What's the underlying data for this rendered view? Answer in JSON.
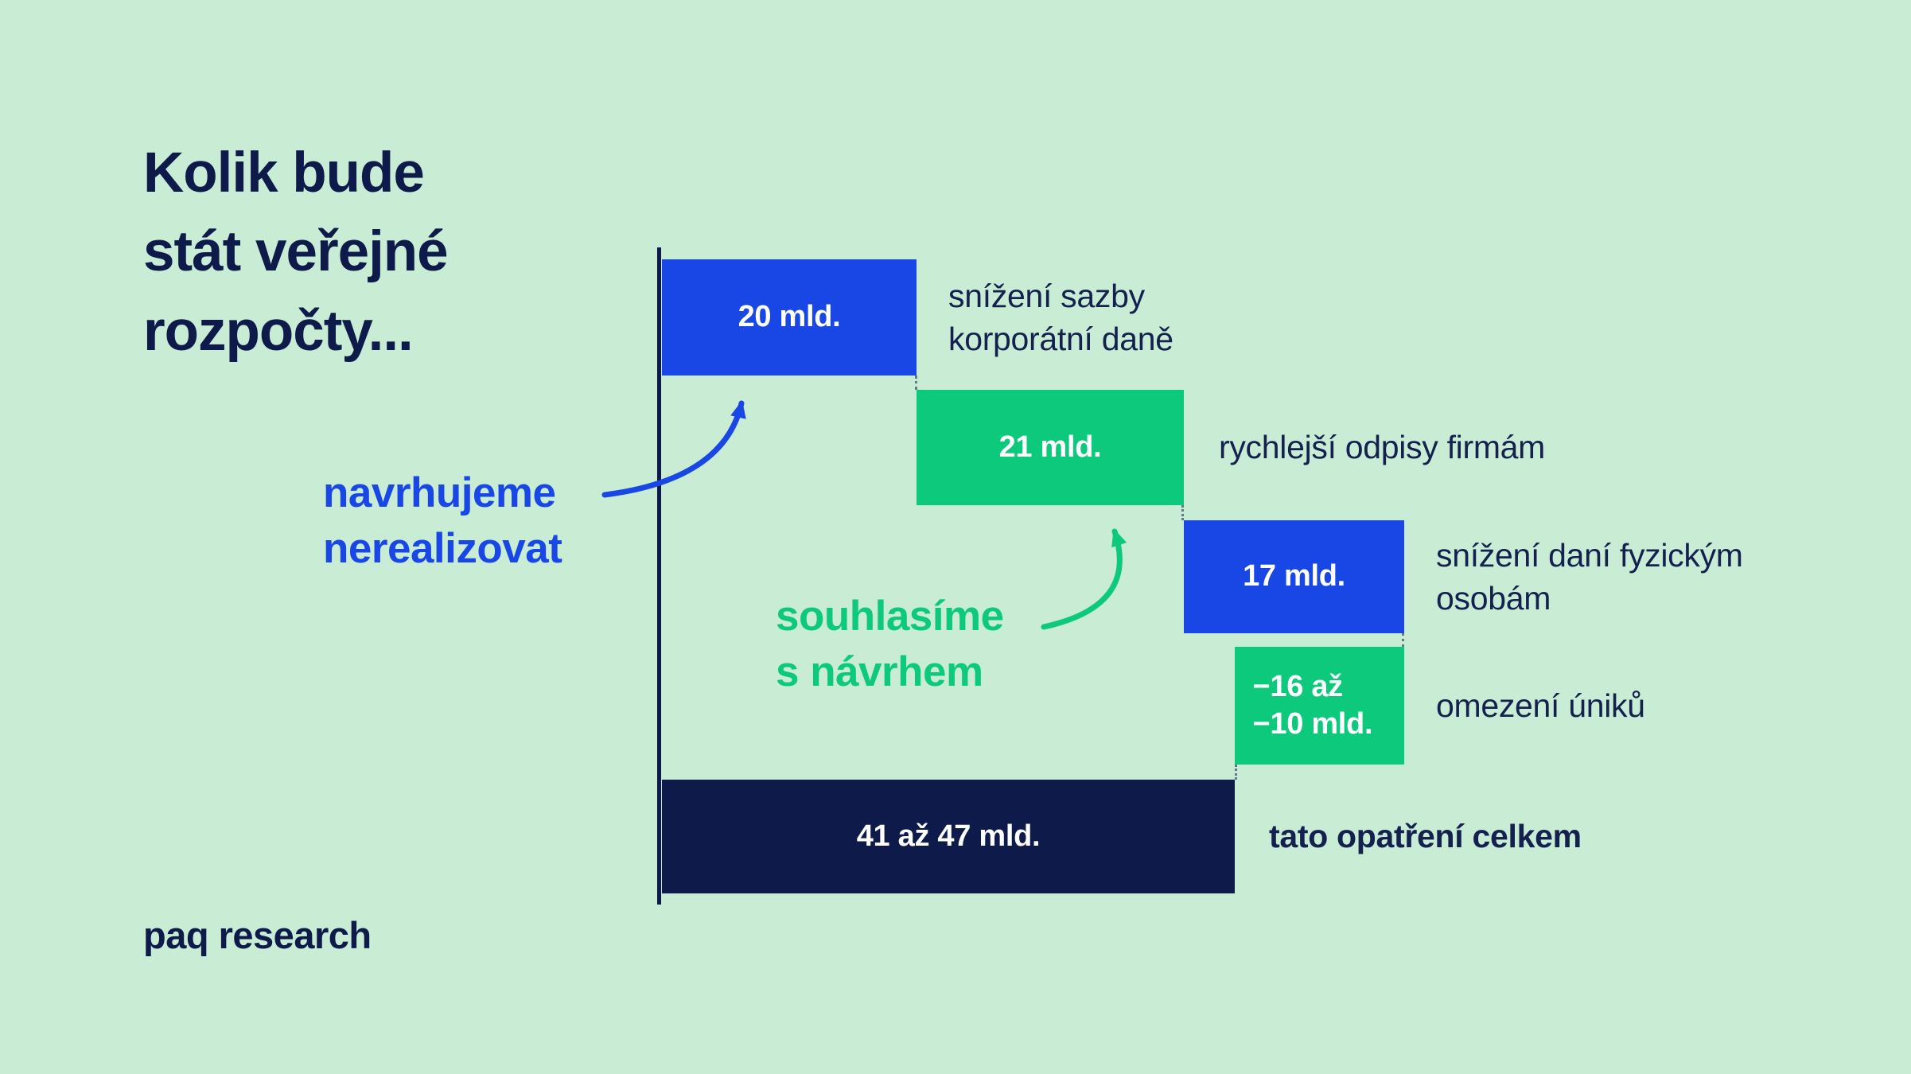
{
  "title": {
    "lines": [
      "Kolik bude",
      "stát veřejné",
      "rozpočty..."
    ]
  },
  "brand": {
    "name": "paq research"
  },
  "annotations": {
    "reject": {
      "line1": "navrhujeme",
      "line2": "nerealizovat"
    },
    "agree": {
      "line1": "souhlasíme",
      "line2": "s návrhem"
    }
  },
  "colors": {
    "background": "#c9ecd4",
    "blue": "#1847e6",
    "green": "#0cc97b",
    "navy": "#0e1a4a",
    "text": "#14204d"
  },
  "chart_data": {
    "type": "bar",
    "subtype": "waterfall",
    "title": "Kolik bude stát veřejné rozpočty...",
    "unit": "mld.",
    "legend": [
      {
        "label": "navrhujeme nerealizovat",
        "color": "#1847e6"
      },
      {
        "label": "souhlasíme s návrhem",
        "color": "#0cc97b"
      }
    ],
    "items": [
      {
        "label": "snížení sazby korporátní daně",
        "value_label": "20 mld.",
        "value": 20,
        "group": "navrhujeme nerealizovat",
        "color": "#1847e6"
      },
      {
        "label": "rychlejší odpisy firmám",
        "value_label": "21 mld.",
        "value": 21,
        "group": "souhlasíme s návrhem",
        "color": "#0cc97b"
      },
      {
        "label": "snížení daní fyzickým osobám",
        "value_label": "17 mld.",
        "value": 17,
        "group": "navrhujeme nerealizovat",
        "color": "#1847e6"
      },
      {
        "label": "omezení úniků",
        "value_label": "−16 až −10 mld.",
        "value_min": -16,
        "value_max": -10,
        "group": "souhlasíme s návrhem",
        "color": "#0cc97b"
      },
      {
        "label": "tato opatření celkem",
        "value_label": "41 až 47 mld.",
        "value_min": 41,
        "value_max": 47,
        "is_total": true,
        "color": "#0e1a4a"
      }
    ]
  }
}
